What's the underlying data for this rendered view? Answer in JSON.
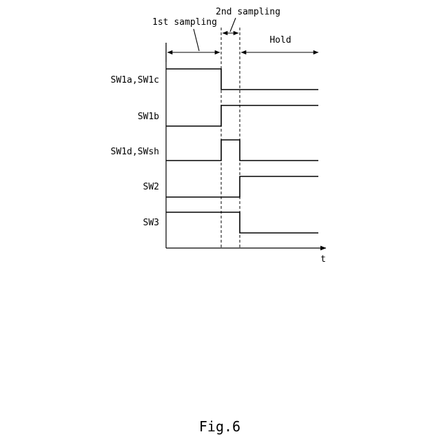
{
  "phases": {
    "first_sampling": "1st sampling",
    "second_sampling": "2nd sampling",
    "hold": "Hold"
  },
  "signals": [
    {
      "label": "SW1a,SW1c",
      "levels": [
        1,
        0,
        0
      ]
    },
    {
      "label": "SW1b",
      "levels": [
        0,
        1,
        1
      ]
    },
    {
      "label": "SW1d,SWsh",
      "levels": [
        0,
        1,
        0
      ]
    },
    {
      "label": "SW2",
      "levels": [
        0,
        0,
        1
      ]
    },
    {
      "label": "SW3",
      "levels": [
        1,
        1,
        0
      ]
    }
  ],
  "axis": {
    "x_label": "t"
  },
  "caption": "Fig.6"
}
